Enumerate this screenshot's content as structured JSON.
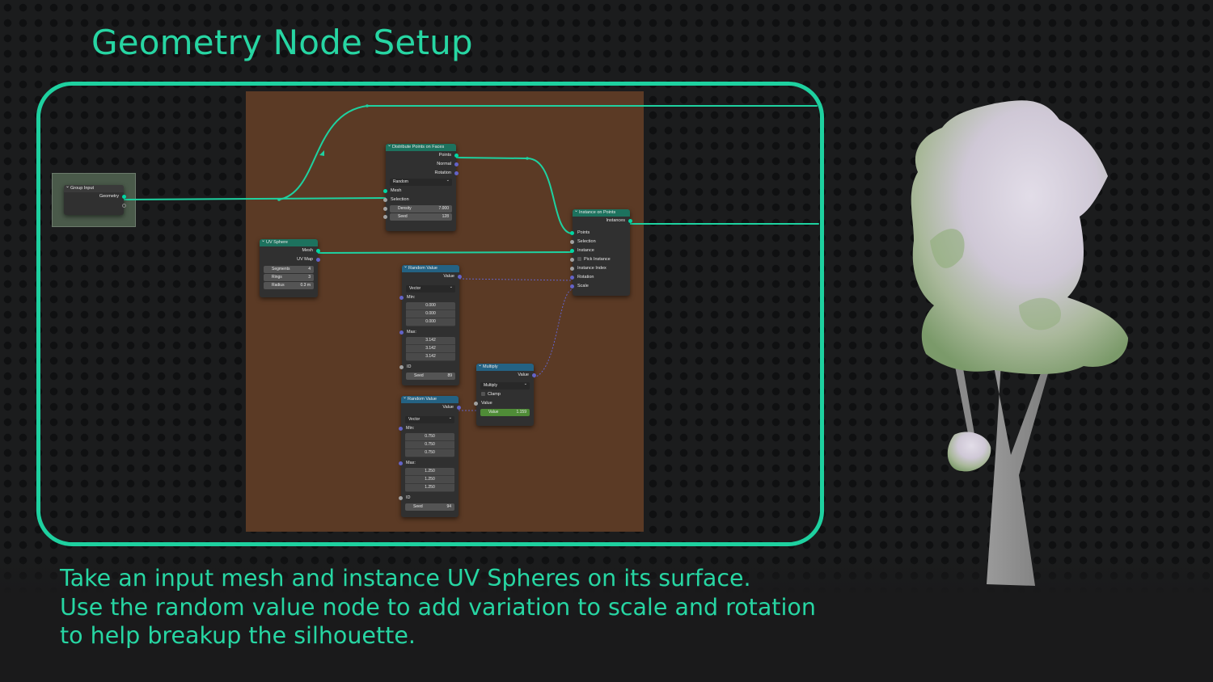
{
  "slide": {
    "title": "Geometry Node Setup",
    "caption_lines": [
      "Take an input mesh and instance UV Spheres on its surface.",
      "Use the random value node to add variation to scale and rotation",
      "to help breakup the silhouette."
    ]
  },
  "colors": {
    "accent": "#1ed1a0",
    "node_editor_bg": "#5b3a25",
    "geometry_socket": "#00d6a3",
    "vector_socket": "#6363c7",
    "float_socket": "#a1a1a1"
  },
  "nodes": {
    "group_input": {
      "title": "Group Input",
      "outputs": [
        "Geometry"
      ]
    },
    "distribute_points": {
      "title": "Distribute Points on Faces",
      "outputs": [
        "Points",
        "Normal",
        "Rotation"
      ],
      "mode": "Random",
      "inputs": [
        "Mesh",
        "Selection"
      ],
      "density_label": "Density",
      "density_value": "7.000",
      "seed_label": "Seed",
      "seed_value": "128"
    },
    "uv_sphere": {
      "title": "UV Sphere",
      "outputs": [
        "Mesh",
        "UV Map"
      ],
      "segments_label": "Segments",
      "segments_value": "4",
      "rings_label": "Rings",
      "rings_value": "3",
      "radius_label": "Radius",
      "radius_value": "0.3 m"
    },
    "instance_on_points": {
      "title": "Instance on Points",
      "outputs": [
        "Instances"
      ],
      "inputs": [
        "Points",
        "Selection",
        "Instance",
        "Pick Instance",
        "Instance Index",
        "Rotation",
        "Scale"
      ]
    },
    "random_value_rot": {
      "title": "Random Value",
      "output": "Value",
      "type": "Vector",
      "min_label": "Min:",
      "min": [
        "0.000",
        "0.000",
        "0.000"
      ],
      "max_label": "Max:",
      "max": [
        "3.142",
        "3.142",
        "3.142"
      ],
      "id_label": "ID",
      "seed_label": "Seed",
      "seed_value": "89"
    },
    "multiply": {
      "title": "Multiply",
      "output": "Value",
      "operation": "Multiply",
      "clamp_label": "Clamp",
      "input_label": "Value",
      "value_label": "Value",
      "value": "1.159"
    },
    "random_value_scale": {
      "title": "Random Value",
      "output": "Value",
      "type": "Vector",
      "min_label": "Min:",
      "min": [
        "0.750",
        "0.750",
        "0.750"
      ],
      "max_label": "Max:",
      "max": [
        "1.250",
        "1.250",
        "1.250"
      ],
      "id_label": "ID",
      "seed_label": "Seed",
      "seed_value": "94"
    }
  }
}
